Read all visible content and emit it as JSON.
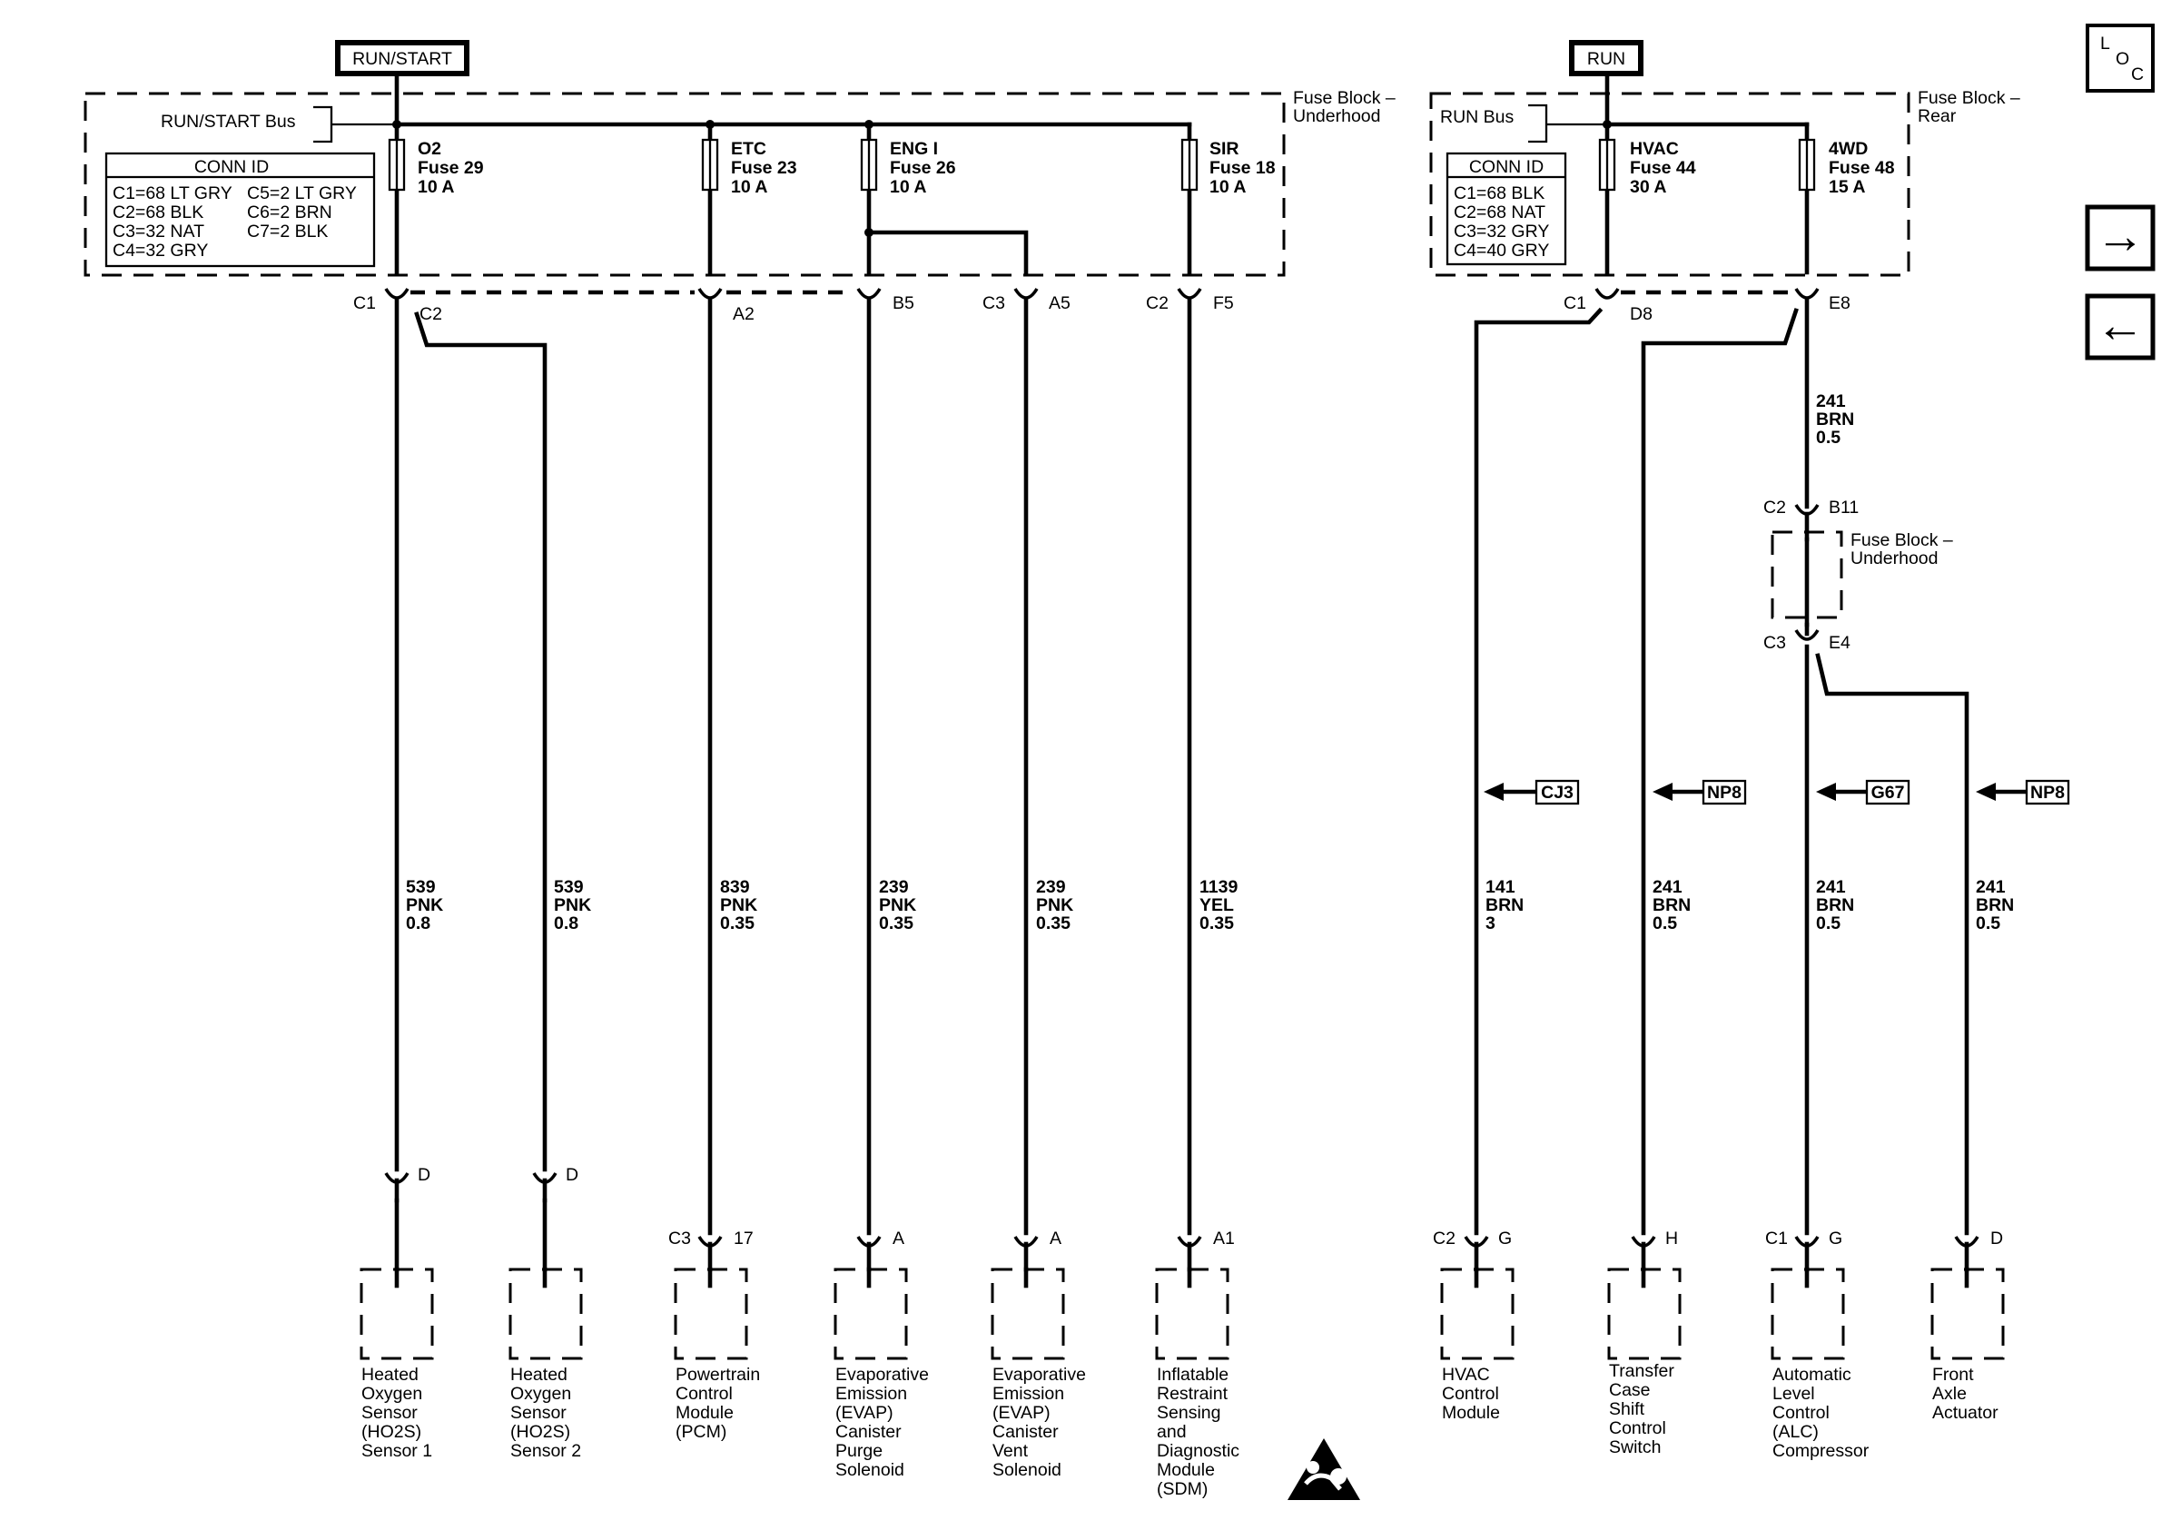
{
  "power_labels": {
    "run_start": "RUN/START",
    "run": "RUN"
  },
  "loc_label": {
    "l": "L",
    "o": "O",
    "c": "C"
  },
  "nav": {
    "next_arrow": "→",
    "prev_arrow": "←"
  },
  "left_block": {
    "name_line1": "Fuse Block –",
    "name_line2": "Underhood",
    "bus": "RUN/START Bus",
    "conn_id_title": "CONN ID",
    "conn_id_col1": [
      "C1=68 LT GRY",
      "C2=68 BLK",
      "C3=32 NAT",
      "C4=32 GRY"
    ],
    "conn_id_col2": [
      "C5=2 LT GRY",
      "C6=2 BRN",
      "C7=2 BLK"
    ],
    "fuses": [
      {
        "name": "O2",
        "fuse": "Fuse 29",
        "rating": "10 A"
      },
      {
        "name": "ETC",
        "fuse": "Fuse 23",
        "rating": "10 A"
      },
      {
        "name": "ENG I",
        "fuse": "Fuse 26",
        "rating": "10 A"
      },
      {
        "name": "SIR",
        "fuse": "Fuse 18",
        "rating": "10 A"
      }
    ],
    "connectors": [
      "C1",
      "C2",
      "A2",
      "B5",
      "C3",
      "A5",
      "C2",
      "F5"
    ]
  },
  "right_block": {
    "name_line1": "Fuse Block –",
    "name_line2": "Rear",
    "bus": "RUN Bus",
    "conn_id_title": "CONN ID",
    "conn_id_col1": [
      "C1=68 BLK",
      "C2=68 NAT",
      "C3=32 GRY",
      "C4=40 GRY"
    ],
    "fuses": [
      {
        "name": "HVAC",
        "fuse": "Fuse 44",
        "rating": "30 A"
      },
      {
        "name": "4WD",
        "fuse": "Fuse 48",
        "rating": "15 A"
      }
    ],
    "connectors": [
      "C1",
      "D8",
      "E8"
    ]
  },
  "inline_block": {
    "name_line1": "Fuse Block –",
    "name_line2": "Underhood",
    "top_conn": [
      "C2",
      "B11"
    ],
    "bottom_conn": [
      "C3",
      "E4"
    ],
    "wire_above": [
      "241",
      "BRN",
      "0.5"
    ]
  },
  "wires": [
    {
      "circuit": "539",
      "color": "PNK",
      "gauge": "0.8"
    },
    {
      "circuit": "539",
      "color": "PNK",
      "gauge": "0.8"
    },
    {
      "circuit": "839",
      "color": "PNK",
      "gauge": "0.35"
    },
    {
      "circuit": "239",
      "color": "PNK",
      "gauge": "0.35"
    },
    {
      "circuit": "239",
      "color": "PNK",
      "gauge": "0.35"
    },
    {
      "circuit": "1139",
      "color": "YEL",
      "gauge": "0.35"
    },
    {
      "circuit": "141",
      "color": "BRN",
      "gauge": "3"
    },
    {
      "circuit": "241",
      "color": "BRN",
      "gauge": "0.5"
    },
    {
      "circuit": "241",
      "color": "BRN",
      "gauge": "0.5"
    },
    {
      "circuit": "241",
      "color": "BRN",
      "gauge": "0.5"
    }
  ],
  "refs": [
    "CJ3",
    "NP8",
    "G67",
    "NP8"
  ],
  "components": [
    {
      "pins": [
        "",
        "D"
      ],
      "lines": [
        "Heated",
        "Oxygen",
        "Sensor",
        "(HO2S)",
        "Sensor 1"
      ]
    },
    {
      "pins": [
        "",
        "D"
      ],
      "lines": [
        "Heated",
        "Oxygen",
        "Sensor",
        "(HO2S)",
        "Sensor 2"
      ]
    },
    {
      "pins": [
        "C3",
        "17"
      ],
      "lines": [
        "Powertrain",
        "Control",
        "Module",
        "(PCM)"
      ]
    },
    {
      "pins": [
        "",
        "A"
      ],
      "lines": [
        "Evaporative",
        "Emission",
        "(EVAP)",
        "Canister",
        "Purge",
        "Solenoid"
      ]
    },
    {
      "pins": [
        "",
        "A"
      ],
      "lines": [
        "Evaporative",
        "Emission",
        "(EVAP)",
        "Canister",
        "Vent",
        "Solenoid"
      ]
    },
    {
      "pins": [
        "",
        "A1"
      ],
      "lines": [
        "Inflatable",
        "Restraint",
        "Sensing",
        "and",
        "Diagnostic",
        "Module",
        "(SDM)"
      ]
    },
    {
      "pins": [
        "C2",
        "G"
      ],
      "lines": [
        "HVAC",
        "Control",
        "Module"
      ]
    },
    {
      "pins": [
        "",
        "H"
      ],
      "lines": [
        "Transfer",
        "Case",
        "Shift",
        "Control",
        "Switch"
      ]
    },
    {
      "pins": [
        "C1",
        "G"
      ],
      "lines": [
        "Automatic",
        "Level",
        "Control",
        "(ALC)",
        "Compressor"
      ]
    },
    {
      "pins": [
        "",
        "D"
      ],
      "lines": [
        "Front",
        "Axle",
        "Actuator"
      ]
    }
  ]
}
